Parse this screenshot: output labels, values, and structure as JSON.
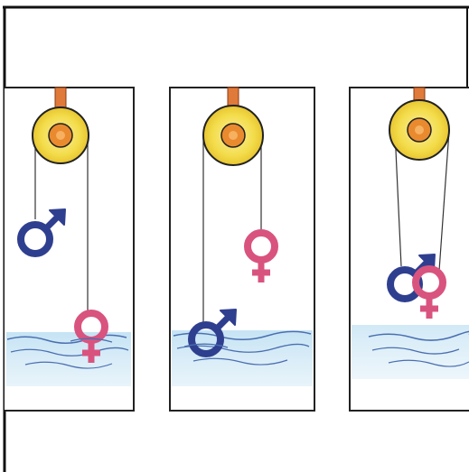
{
  "illustration": {
    "panel_count": 3,
    "panels": [
      {
        "left_weight": "male-symbol",
        "right_weight": "female-symbol",
        "state": "female-symbol-in-water"
      },
      {
        "left_weight": "male-symbol",
        "right_weight": "female-symbol",
        "state": "male-symbol-in-water"
      },
      {
        "left_weight": "male-symbol",
        "right_weight": "female-symbol",
        "state": "symbols-overlapping-balanced"
      }
    ],
    "colors": {
      "frame": "#111111",
      "rope": "#e07a3a",
      "pulley": "#f3dc4a",
      "pulley_hub": "#e98a2e",
      "male_symbol": "#2f3f8f",
      "female_symbol": "#d9537f",
      "water": "#a9d2ec",
      "water_lines": "#4a6fb0"
    }
  }
}
